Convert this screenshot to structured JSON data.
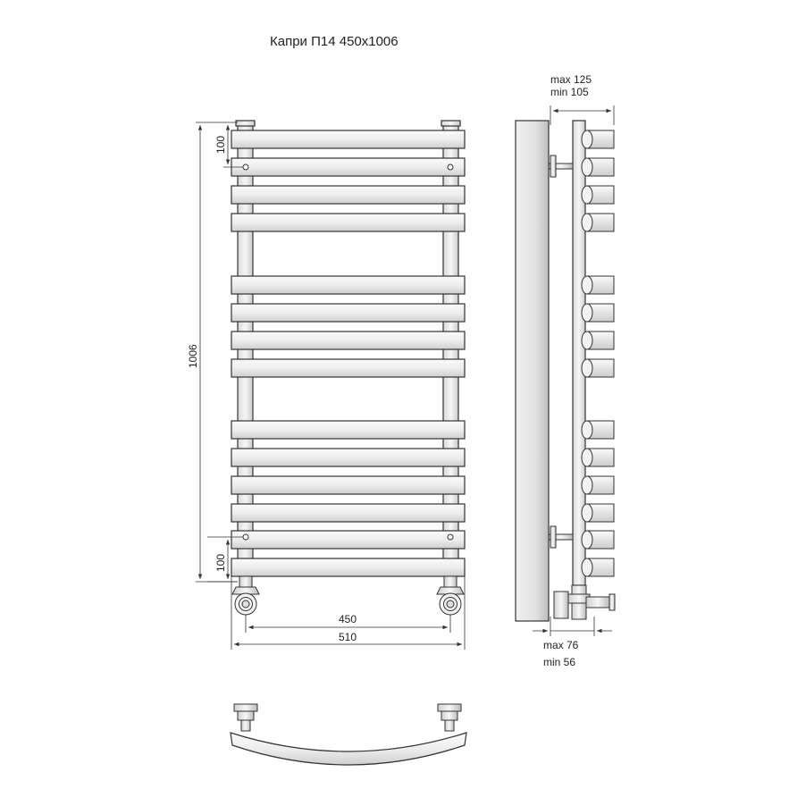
{
  "title": "Капри П14 450x1006",
  "front_view": {
    "height_label": "1006",
    "top_offset_label": "100",
    "bottom_offset_label": "100",
    "inner_width_label": "450",
    "outer_width_label": "510"
  },
  "side_view": {
    "depth_top_max": "max 125",
    "depth_top_min": "min 105",
    "depth_bottom_max": "max 76",
    "depth_bottom_min": "min 56"
  },
  "colors": {
    "line": "#333333",
    "fill_light": "#f4f4f4",
    "fill_dark": "#c8c8c8"
  }
}
